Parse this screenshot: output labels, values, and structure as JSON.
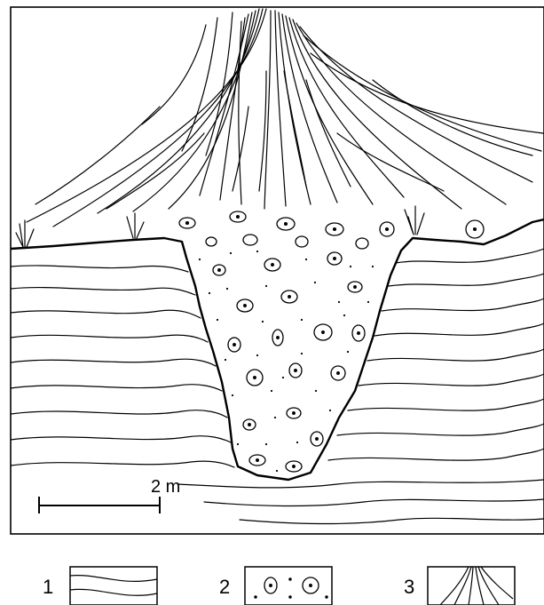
{
  "scale_bar": {
    "label": "2 m"
  },
  "legend": [
    {
      "number": "1",
      "meaning": "layered-strata"
    },
    {
      "number": "2",
      "meaning": "pebbles-in-fill"
    },
    {
      "number": "3",
      "meaning": "fan-streaks"
    }
  ],
  "colors": {
    "ink": "#000000",
    "paper": "#ffffff"
  }
}
